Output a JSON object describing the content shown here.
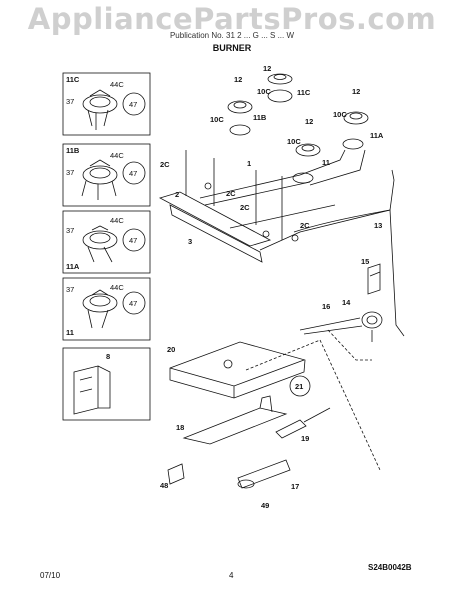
{
  "watermark": "AppliancePartsPros.com",
  "header_model": "Publication No. 31 2 ... G ... S ... W",
  "section_title": "BURNER",
  "diagram_code": "S24B0042B",
  "footer": {
    "date": "07/10",
    "page": "4"
  },
  "callouts": {
    "c1": "1",
    "c2": "2",
    "c2c_a": "2C",
    "c2c_b": "2C",
    "c2c_c": "2C",
    "c2c_d": "2C",
    "c3": "3",
    "c8": "8",
    "c10c_a": "10C",
    "c10c_b": "10C",
    "c10c_c": "10C",
    "c10c_d": "10C",
    "c11": "11",
    "c11a": "11A",
    "c11b": "11B",
    "c11c": "11C",
    "c12_a": "12",
    "c12_b": "12",
    "c12_c": "12",
    "c12_d": "12",
    "c13": "13",
    "c14": "14",
    "c15": "15",
    "c16": "16",
    "c17": "17",
    "c18": "18",
    "c19": "19",
    "c20": "20",
    "c21": "21",
    "c48": "48",
    "c49": "49",
    "box_11c": "11C",
    "box_11c_44c": "44C",
    "box_11c_37": "37",
    "box_11c_47": "47",
    "box_11b": "11B",
    "box_11b_44c": "44C",
    "box_11b_37": "37",
    "box_11b_47": "47",
    "box_11a": "11A",
    "box_11a_44c": "44C",
    "box_11a_37": "37",
    "box_11a_47": "47",
    "box_11": "11",
    "box_11_44c": "44C",
    "box_11_37": "37",
    "box_11_47": "47"
  }
}
